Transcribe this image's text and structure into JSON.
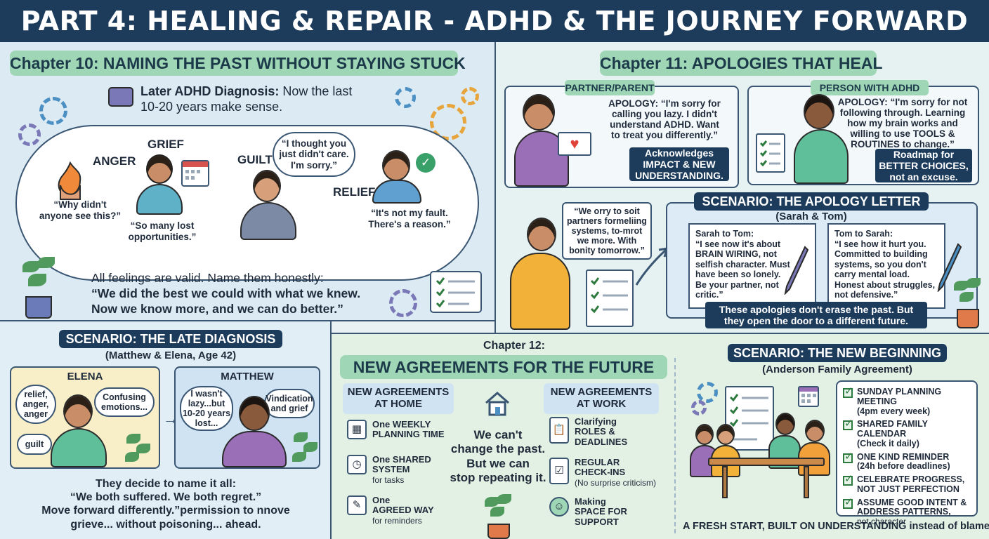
{
  "header": {
    "title": "PART 4: HEALING & REPAIR - ADHD & THE JOURNEY FORWARD"
  },
  "colors": {
    "navy": "#1d3c5c",
    "mint_pill": "#9fd7b6",
    "check_green": "#2d7a3f",
    "plant_green": "#4f9a5c",
    "pot_orange": "#e07a4a"
  },
  "chapter10": {
    "title": "Chapter 10: NAMING THE PAST WITHOUT STAYING STUCK",
    "diagnosis_label": "Later ADHD Diagnosis:",
    "diagnosis_text1": " Now the last",
    "diagnosis_text2": "10-20 years make sense.",
    "emotions": {
      "anger": "ANGER",
      "anger_quote1": "“Why didn't",
      "anger_quote2": "anyone see this?”",
      "grief": "GRIEF",
      "grief_quote1": "“So many lost",
      "grief_quote2": "opportunities.”",
      "guilt": "GUILT",
      "guilt_bubble1": "“I thought you",
      "guilt_bubble2": "just didn't care.",
      "guilt_bubble3": "I'm sorry.”",
      "relief": "RELIEF",
      "relief_quote1": "“It's not my fault.",
      "relief_quote2": "There's a reason.”"
    },
    "valid_line": "All feelings are valid. Name them honestly:",
    "quote1": "“We did the best we could with what we knew.",
    "quote2": "Now we know more, and we can do better.”"
  },
  "chapter11": {
    "title": "Chapter 11: APOLOGIES THAT HEAL",
    "partner_label": "PARTNER/PARENT",
    "partner_apology1": "APOLOGY: “I'm sorry for",
    "partner_apology2": "calling you lazy. I didn't",
    "partner_apology3": "understand ADHD. Want",
    "partner_apology4": "to treat you differently.”",
    "partner_note1": "Acknowledges",
    "partner_note2": "IMPACT & NEW",
    "partner_note3": "UNDERSTANDING.",
    "adhd_label": "PERSON WITH ADHD",
    "adhd_apology1": "APOLOGY: “I'm sorry for not",
    "adhd_apology2": "following through. Learning",
    "adhd_apology3": "how my brain works and",
    "adhd_apology4": "willing to use TOOLS &",
    "adhd_apology5": "ROUTINES to change.”",
    "adhd_note1": "Roadmap for",
    "adhd_note2": "BETTER CHOICES,",
    "adhd_note3": "not an excuse.",
    "bubble1": "“We orry to soit",
    "bubble2": "partners formeliing",
    "bubble3": "systems, to-mrot",
    "bubble4": "we more. With",
    "bubble5": "bonity tomorrow.”",
    "scenario_title": "SCENARIO: THE APOLOGY LETTER",
    "scenario_sub": "(Sarah & Tom)",
    "letter1": [
      "Sarah to Tom:",
      "“I see now it's about",
      "BRAIN WIRING, not",
      "selfish character. Must",
      "have been so lonely.",
      "Be your partner, not",
      "critic.”"
    ],
    "letter2": [
      "Tom to Sarah:",
      "“I see how it hurt you.",
      "Committed to building",
      "systems, so you don't",
      "carry mental load.",
      "Honest about struggles,",
      "not defensive.”"
    ],
    "footer1": "These apologies don't erase the past. But",
    "footer2": "they open the door to a different future."
  },
  "late_diagnosis": {
    "title": "SCENARIO: THE LATE DIAGNOSIS",
    "sub": "(Matthew & Elena, Age 42)",
    "elena": "ELENA",
    "elena_b1_1": "relief,",
    "elena_b1_2": "anger,",
    "elena_b1_3": "anger",
    "elena_b2_1": "Confusing",
    "elena_b2_2": "emotions...",
    "elena_b3": "guilt",
    "matthew": "MATTHEW",
    "matt_b1_1": "I wasn't",
    "matt_b1_2": "lazy...but",
    "matt_b1_3": "10-20 years",
    "matt_b1_4": "lost...",
    "matt_b2_1": "Vindication",
    "matt_b2_2": "and grief",
    "caption1": "They decide to name it all:",
    "caption2": "“We both suffered. We both regret.”",
    "caption3": "Move forward differently.”permission to nnove",
    "caption4": "grieve... without poisoning... ahead."
  },
  "chapter12": {
    "chapter": "Chapter 12:",
    "title": "NEW AGREEMENTS FOR THE FUTURE",
    "home_title1": "NEW AGREEMENTS",
    "home_title2": "AT HOME",
    "home": [
      {
        "l1": "One WEEKLY",
        "l2": "PLANNING TIME",
        "l3": "",
        "icon": "calendar-icon"
      },
      {
        "l1": "One SHARED",
        "l2": "SYSTEM",
        "l3": "for tasks",
        "icon": "calendar-clock-icon"
      },
      {
        "l1": "One",
        "l2": "AGREED WAY",
        "l3": "for reminders",
        "icon": "document-pen-icon"
      }
    ],
    "center1": "We can't",
    "center2": "change the past.",
    "center3": "But we can",
    "center4": "stop repeating it.",
    "work_title1": "NEW AGREEMENTS",
    "work_title2": "AT WORK",
    "work": [
      {
        "l1": "Clarifying",
        "l2": "ROLES &",
        "l3": "DEADLINES",
        "icon": "clipboard-icon"
      },
      {
        "l1": "REGULAR",
        "l2": "CHECK-INS",
        "l3": "(No surprise criticism)",
        "icon": "checklist-icon"
      },
      {
        "l1": "Making",
        "l2": "SPACE FOR",
        "l3": "SUPPORT",
        "icon": "people-icon"
      }
    ],
    "new_title": "SCENARIO: THE NEW BEGINNING",
    "new_sub": "(Anderson Family Agreement)",
    "checklist": [
      {
        "l1": "SUNDAY PLANNING MEETING",
        "l2": "(4pm every week)"
      },
      {
        "l1": "SHARED FAMILY CALENDAR",
        "l2": "(Check it daily)"
      },
      {
        "l1": "ONE KIND REMINDER",
        "l2": "(24h before deadlines)"
      },
      {
        "l1": "CELEBRATE PROGRESS,",
        "l2": "NOT JUST PERFECTION"
      },
      {
        "l1": "ASSUME GOOD INTENT &",
        "l2": "ADDRESS PATTERNS,",
        "l3": "not character"
      }
    ],
    "footer": "A FRESH START, BUILT ON UNDERSTANDING instead of blame."
  }
}
